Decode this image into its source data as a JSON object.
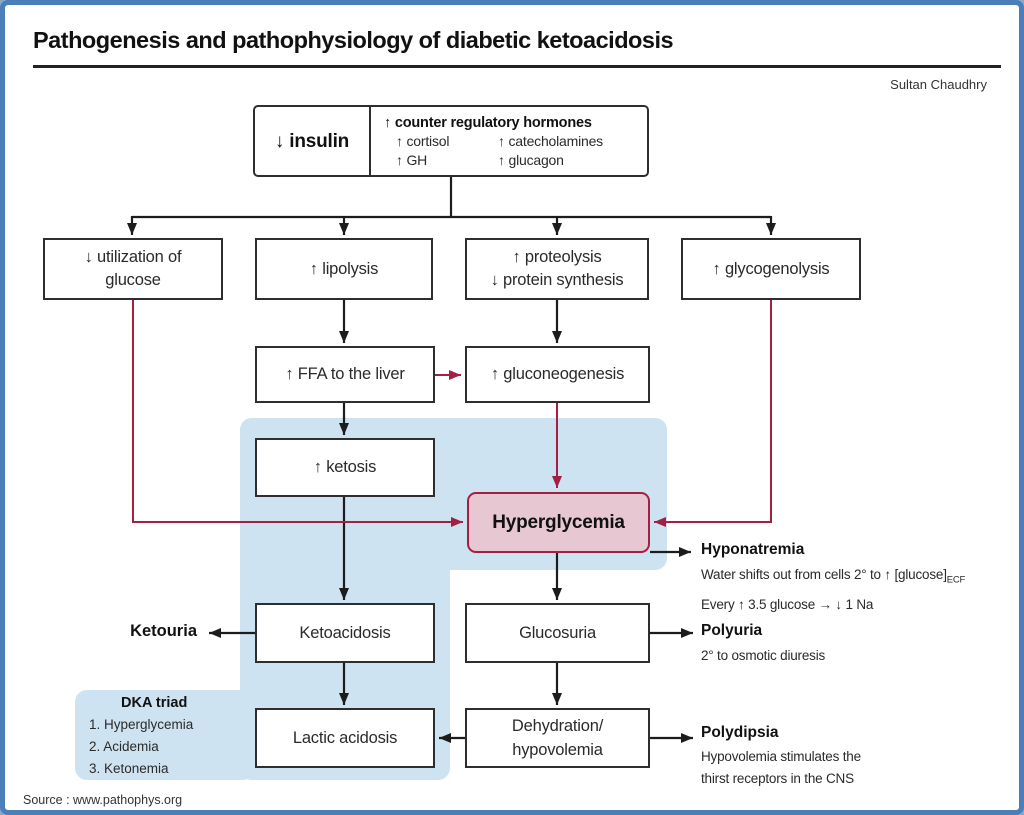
{
  "title": "Pathogenesis and pathophysiology of diabetic ketoacidosis",
  "author": "Sultan Chaudhry",
  "source": "Source : www.pathophys.org",
  "colors": {
    "frame_blue": "#4a7fba",
    "panel_blue": "#cee3f2",
    "box_pink": "#e6c7d2",
    "accent_red": "#a32042",
    "line_black": "#1c1c1c"
  },
  "nodes": {
    "insulin": "↓ insulin",
    "counter_title": "↑ counter regulatory hormones",
    "cortisol": "↑ cortisol",
    "catecholamines": "↑ catecholamines",
    "gh": "↑ GH",
    "glucagon": "↑ glucagon",
    "utilization_line1": "↓ utilization of",
    "utilization_line2": "glucose",
    "lipolysis": "↑ lipolysis",
    "proteolysis_line1": "↑ proteolysis",
    "proteolysis_line2": "↓ protein synthesis",
    "glycogenolysis": "↑ glycogenolysis",
    "ffa": "↑ FFA to the liver",
    "gluconeogenesis": "↑ gluconeogenesis",
    "ketosis": "↑ ketosis",
    "hyperglycemia": "Hyperglycemia",
    "ketoacidosis": "Ketoacidosis",
    "glucosuria": "Glucosuria",
    "lactic_acidosis": "Lactic acidosis",
    "dehydration_line1": "Dehydration/",
    "dehydration_line2": "hypovolemia"
  },
  "annotations": {
    "ketouria": "Ketouria",
    "hyponatremia": {
      "title": "Hyponatremia",
      "line1_pre": "Water shifts out from cells 2° to ↑ [glucose]",
      "line1_sub": "ECF",
      "line2": "Every ↑ 3.5 glucose → ↓ 1 Na"
    },
    "polyuria": {
      "title": "Polyuria",
      "line1": "2° to osmotic diuresis"
    },
    "polydipsia": {
      "title": "Polydipsia",
      "line1": "Hypovolemia stimulates the",
      "line2": "thirst receptors in the CNS"
    },
    "dka_triad": {
      "title": "DKA triad",
      "items": [
        "1. Hyperglycemia",
        "2. Acidemia",
        "3. Ketonemia"
      ]
    }
  }
}
